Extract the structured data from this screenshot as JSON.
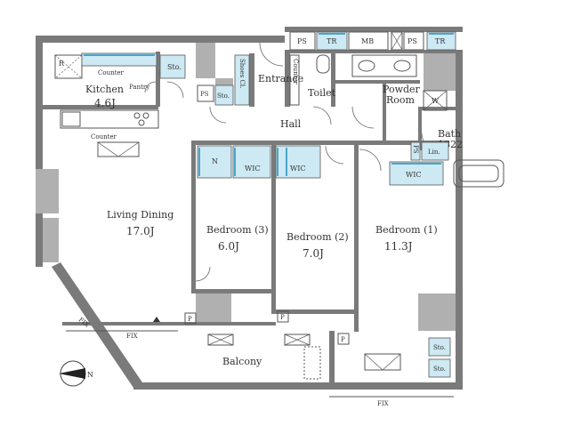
{
  "rooms": {
    "kitchen": {
      "name": "Kitchen",
      "area": "4.6J"
    },
    "living": {
      "name": "Living Dining",
      "area": "17.0J"
    },
    "bedroom3": {
      "name": "Bedroom (3)",
      "area": "6.0J"
    },
    "bedroom2": {
      "name": "Bedroom (2)",
      "area": "7.0J"
    },
    "bedroom1": {
      "name": "Bedroom (1)",
      "area": "11.3J"
    },
    "hall": {
      "name": "Hall"
    },
    "entrance": {
      "name": "Entrance"
    },
    "toilet": {
      "name": "Toilet"
    },
    "powder": {
      "name": "Powder",
      "name2": "Room"
    },
    "bath": {
      "name": "Bath",
      "size": "1822"
    },
    "balcony": {
      "name": "Balcony"
    }
  },
  "fixtures": {
    "counter_top": "Counter",
    "counter_island": "Counter",
    "pantry": "Pantry",
    "refrigerator": "R",
    "washer": "W",
    "shoes_cl": "Shoes Cl.",
    "counter_entrance": "Counter",
    "n": "N",
    "lin": "Lin.",
    "wic1": "WIC",
    "wic2": "WIC",
    "wic3": "WIC",
    "sto_kitchen": "Sto.",
    "sto_entrance": "Sto.",
    "sto_b1_top": "Sto.",
    "sto_b1_bottom": "Sto.",
    "ps_top1": "PS",
    "tr_top1": "TR",
    "mb": "MB",
    "ps_top2": "PS",
    "tr_top2": "TR",
    "ps_entrance": "PS",
    "ps_bath": "PS",
    "p1": "P",
    "p2": "P",
    "p3": "P",
    "fix1": "FIX",
    "fix2": "FIX",
    "fix3": "FIX"
  },
  "compass": {
    "label": "N"
  }
}
